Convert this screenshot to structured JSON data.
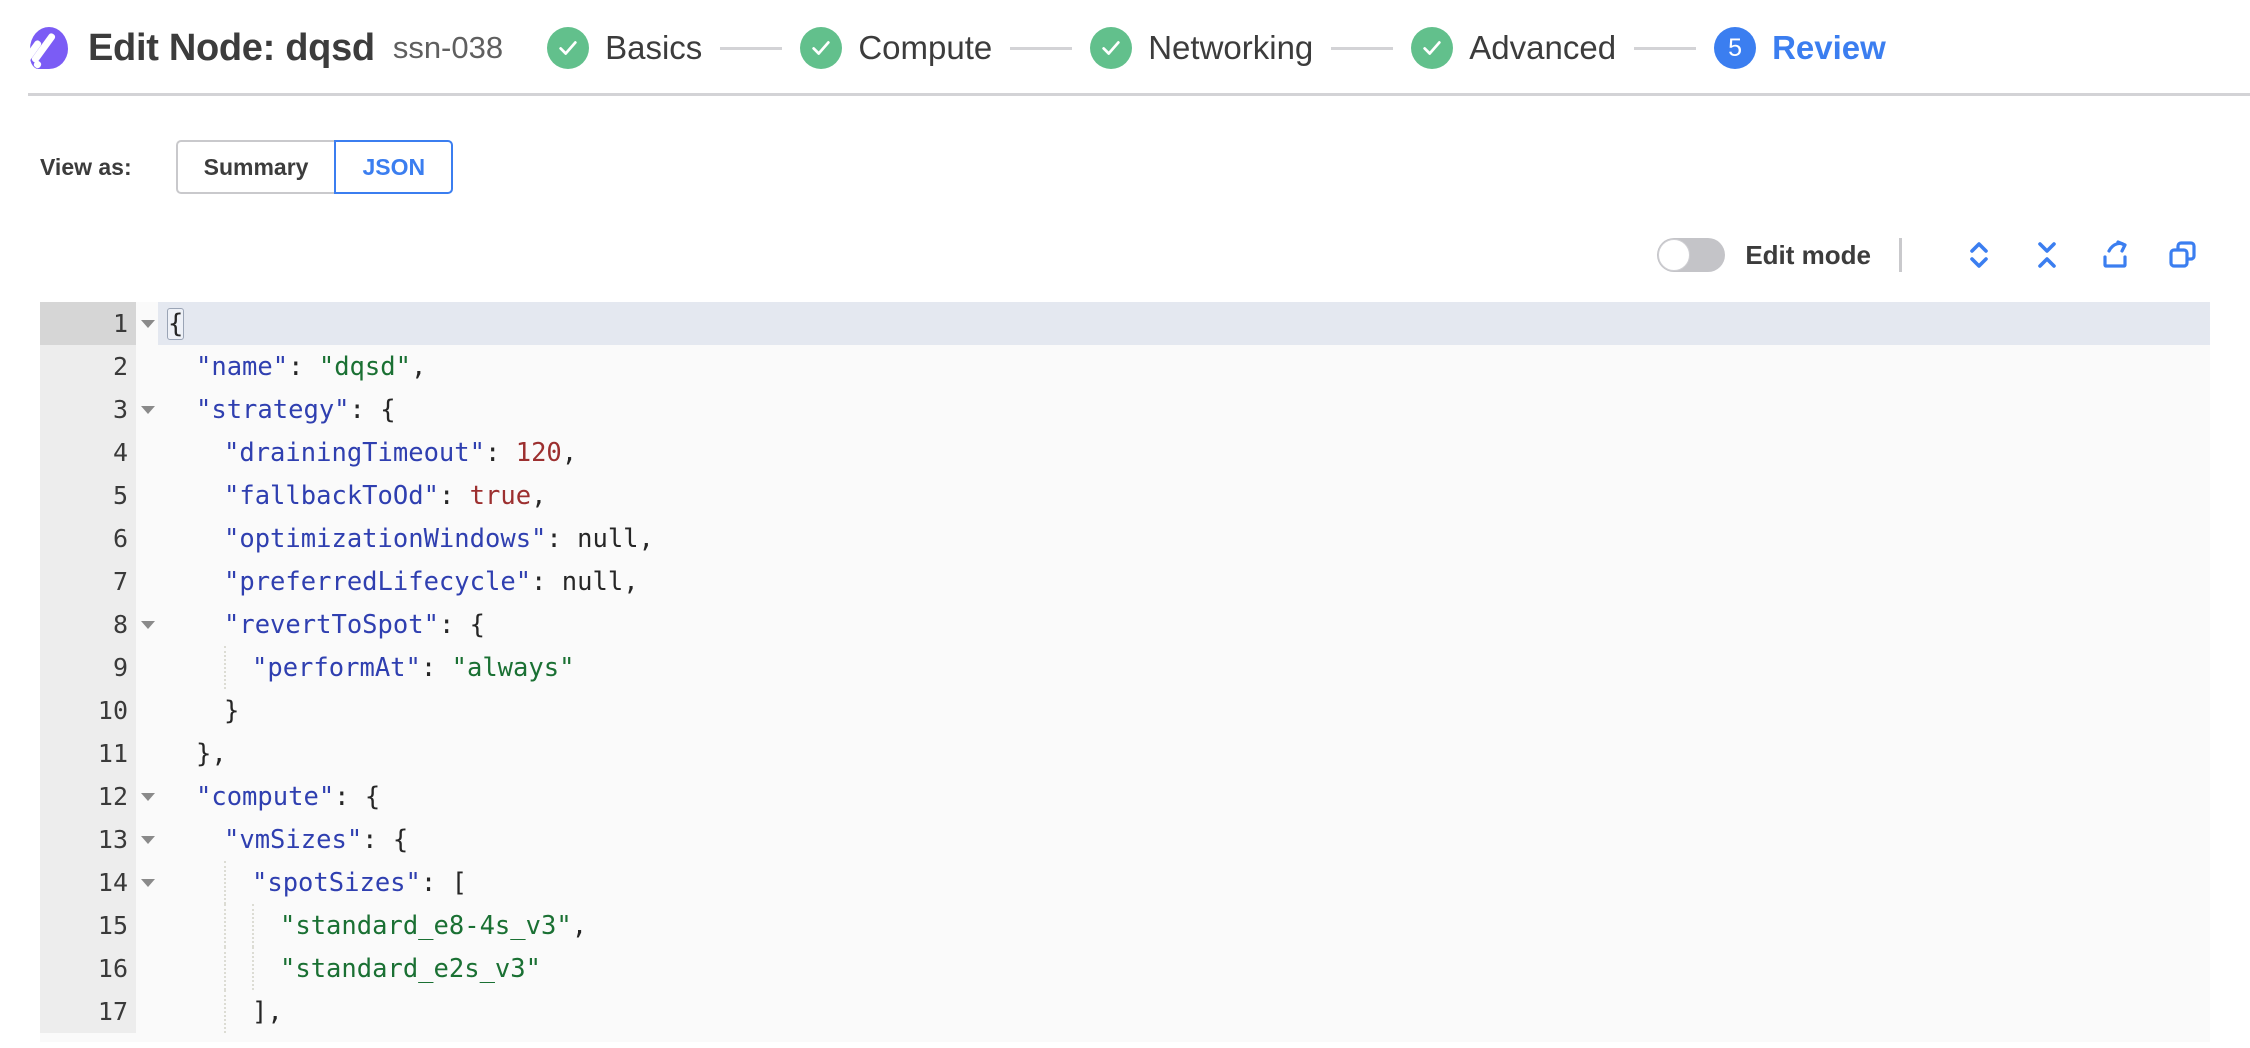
{
  "header": {
    "logo_name": "spot-logo",
    "title": "Edit Node: dqsd",
    "subtitle": "ssn-038",
    "brand_color": "#7b5cf5",
    "accent_color": "#3b7ef0",
    "done_color": "#62c08c"
  },
  "stepper": {
    "steps": [
      {
        "label": "Basics",
        "state": "done",
        "badge": "check"
      },
      {
        "label": "Compute",
        "state": "done",
        "badge": "check"
      },
      {
        "label": "Networking",
        "state": "done",
        "badge": "check"
      },
      {
        "label": "Advanced",
        "state": "done",
        "badge": "check"
      },
      {
        "label": "Review",
        "state": "current",
        "badge": "5"
      }
    ]
  },
  "view_as": {
    "label": "View as:",
    "options": [
      "Summary",
      "JSON"
    ],
    "selected": "JSON"
  },
  "editor_toolbar": {
    "edit_mode_label": "Edit mode",
    "edit_mode_on": false,
    "icons": [
      {
        "name": "expand-all-icon",
        "title": "Expand all"
      },
      {
        "name": "collapse-all-icon",
        "title": "Collapse all"
      },
      {
        "name": "export-icon",
        "title": "Export"
      },
      {
        "name": "copy-icon",
        "title": "Copy"
      }
    ]
  },
  "editor": {
    "active_line": 1,
    "lines": [
      {
        "n": 1,
        "fold": true,
        "indent": 0,
        "tokens": [
          {
            "t": "bracket",
            "v": "{"
          }
        ]
      },
      {
        "n": 2,
        "fold": false,
        "indent": 1,
        "tokens": [
          {
            "t": "key",
            "v": "\"name\""
          },
          {
            "t": "punct",
            "v": ": "
          },
          {
            "t": "str",
            "v": "\"dqsd\""
          },
          {
            "t": "punct",
            "v": ","
          }
        ]
      },
      {
        "n": 3,
        "fold": true,
        "indent": 1,
        "tokens": [
          {
            "t": "key",
            "v": "\"strategy\""
          },
          {
            "t": "punct",
            "v": ": {"
          }
        ]
      },
      {
        "n": 4,
        "fold": false,
        "indent": 2,
        "tokens": [
          {
            "t": "key",
            "v": "\"drainingTimeout\""
          },
          {
            "t": "punct",
            "v": ": "
          },
          {
            "t": "num",
            "v": "120"
          },
          {
            "t": "punct",
            "v": ","
          }
        ]
      },
      {
        "n": 5,
        "fold": false,
        "indent": 2,
        "tokens": [
          {
            "t": "key",
            "v": "\"fallbackToOd\""
          },
          {
            "t": "punct",
            "v": ": "
          },
          {
            "t": "bool",
            "v": "true"
          },
          {
            "t": "punct",
            "v": ","
          }
        ]
      },
      {
        "n": 6,
        "fold": false,
        "indent": 2,
        "tokens": [
          {
            "t": "key",
            "v": "\"optimizationWindows\""
          },
          {
            "t": "punct",
            "v": ": "
          },
          {
            "t": "null",
            "v": "null"
          },
          {
            "t": "punct",
            "v": ","
          }
        ]
      },
      {
        "n": 7,
        "fold": false,
        "indent": 2,
        "tokens": [
          {
            "t": "key",
            "v": "\"preferredLifecycle\""
          },
          {
            "t": "punct",
            "v": ": "
          },
          {
            "t": "null",
            "v": "null"
          },
          {
            "t": "punct",
            "v": ","
          }
        ]
      },
      {
        "n": 8,
        "fold": true,
        "indent": 2,
        "tokens": [
          {
            "t": "key",
            "v": "\"revertToSpot\""
          },
          {
            "t": "punct",
            "v": ": {"
          }
        ]
      },
      {
        "n": 9,
        "fold": false,
        "indent": 3,
        "tokens": [
          {
            "t": "key",
            "v": "\"performAt\""
          },
          {
            "t": "punct",
            "v": ": "
          },
          {
            "t": "str",
            "v": "\"always\""
          }
        ]
      },
      {
        "n": 10,
        "fold": false,
        "indent": 2,
        "tokens": [
          {
            "t": "punct",
            "v": "}"
          }
        ]
      },
      {
        "n": 11,
        "fold": false,
        "indent": 1,
        "tokens": [
          {
            "t": "punct",
            "v": "},"
          }
        ]
      },
      {
        "n": 12,
        "fold": true,
        "indent": 1,
        "tokens": [
          {
            "t": "key",
            "v": "\"compute\""
          },
          {
            "t": "punct",
            "v": ": {"
          }
        ]
      },
      {
        "n": 13,
        "fold": true,
        "indent": 2,
        "tokens": [
          {
            "t": "key",
            "v": "\"vmSizes\""
          },
          {
            "t": "punct",
            "v": ": {"
          }
        ]
      },
      {
        "n": 14,
        "fold": true,
        "indent": 3,
        "tokens": [
          {
            "t": "key",
            "v": "\"spotSizes\""
          },
          {
            "t": "punct",
            "v": ": ["
          }
        ]
      },
      {
        "n": 15,
        "fold": false,
        "indent": 4,
        "tokens": [
          {
            "t": "str",
            "v": "\"standard_e8-4s_v3\""
          },
          {
            "t": "punct",
            "v": ","
          }
        ]
      },
      {
        "n": 16,
        "fold": false,
        "indent": 4,
        "tokens": [
          {
            "t": "str",
            "v": "\"standard_e2s_v3\""
          }
        ]
      },
      {
        "n": 17,
        "fold": false,
        "indent": 3,
        "tokens": [
          {
            "t": "punct",
            "v": "],"
          }
        ]
      }
    ]
  }
}
